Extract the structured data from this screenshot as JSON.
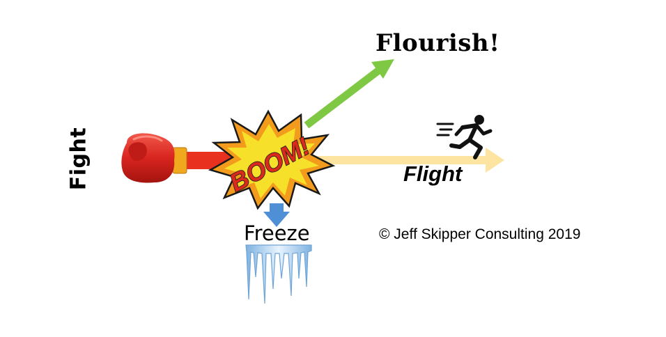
{
  "diagram": {
    "labels": {
      "fight": "Fight",
      "flourish": "Flourish!",
      "flight": "Flight",
      "freeze": "Freeze",
      "boom": "BOOM!",
      "copyright": "© Jeff Skipper Consulting 2019"
    },
    "icons": [
      "boxing-glove-icon",
      "explosion-burst-icon",
      "running-person-icon",
      "down-arrow-icon",
      "icicles-icon"
    ],
    "colors": {
      "fight_arrow": "#e8321f",
      "flourish_arrow": "#7ec843",
      "flight_arrow": "#fde5a1",
      "freeze_arrow": "#4f8fd6",
      "burst_fill": "#f7e02a",
      "burst_outer": "#f29b1c",
      "boom_text": "#d92a1c",
      "glove": "#d8241f",
      "icicle": "#9ec7ea"
    }
  }
}
